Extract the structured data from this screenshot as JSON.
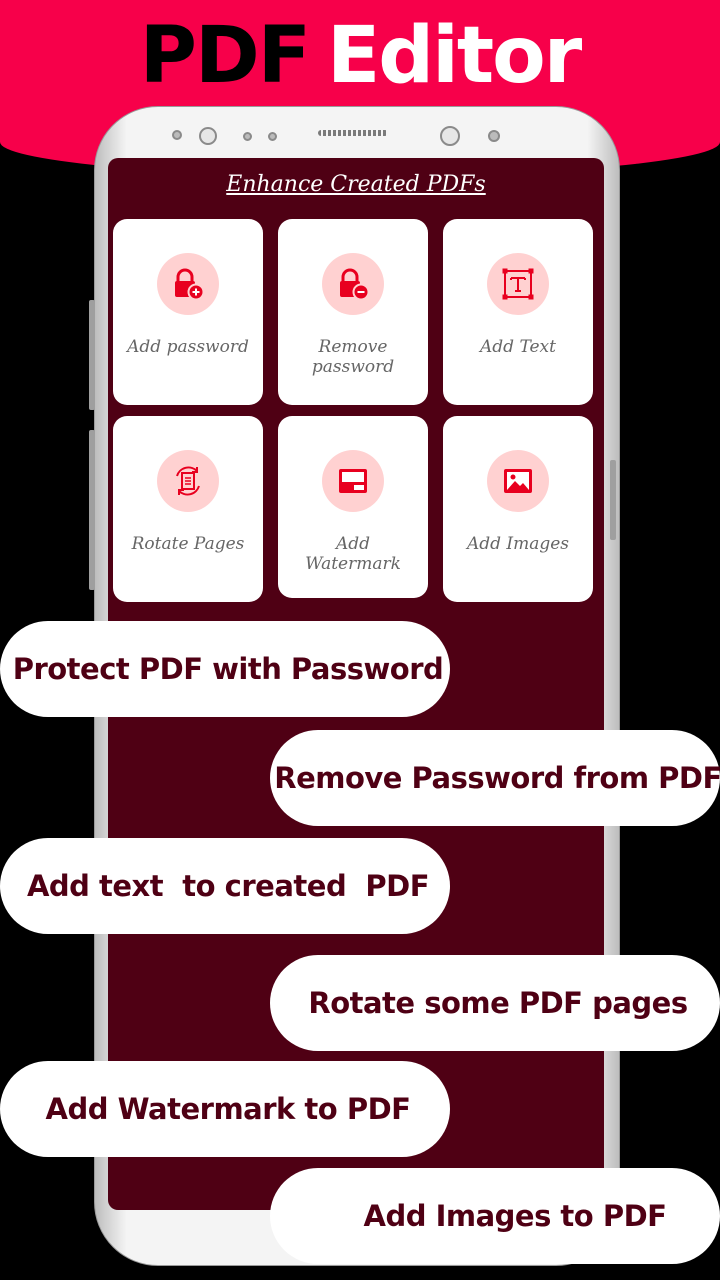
{
  "header": {
    "title_part1": "PDF",
    "title_part2": "Editor"
  },
  "screen": {
    "title": "Enhance Created PDFs",
    "cards": [
      {
        "label": "Add password",
        "icon": "lock-plus-icon"
      },
      {
        "label": "Remove password",
        "icon": "lock-minus-icon"
      },
      {
        "label": "Add Text",
        "icon": "text-box-icon"
      },
      {
        "label": "Rotate Pages",
        "icon": "rotate-document-icon"
      },
      {
        "label": "Add Watermark",
        "icon": "watermark-icon"
      },
      {
        "label": "Add Images",
        "icon": "image-icon"
      }
    ]
  },
  "features": [
    "Protect PDF with Password",
    "Remove Password from PDF",
    "Add text  to created  PDF",
    "Rotate some PDF pages",
    "Add Watermark to PDF",
    "Add Images to PDF"
  ],
  "colors": {
    "banner": "#f7004a",
    "screen_bg": "#4f0014",
    "icon_accent": "#e8001f",
    "icon_bg": "#ffd1d1"
  }
}
